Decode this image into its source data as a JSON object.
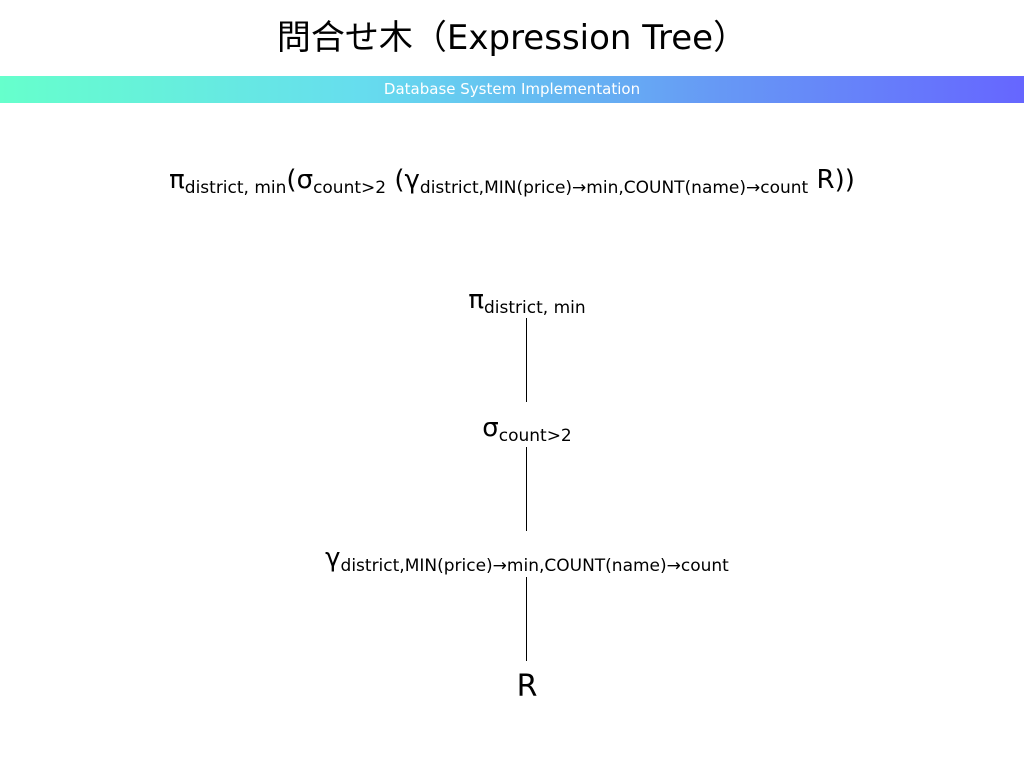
{
  "slide": {
    "title": "問合せ木（Expression Tree）",
    "subtitle": "Database System Implementation",
    "band_colors": [
      "#66ffcc",
      "#66ddee",
      "#6699f5",
      "#6666ff"
    ]
  },
  "expression": {
    "pi": "π",
    "pi_sub": "district, min",
    "open1": "(",
    "sigma": "σ",
    "sigma_sub": "count>2",
    "open2": " (",
    "gamma": "γ",
    "gamma_sub": "district,MIN(price)→min,COUNT(name)→count",
    "tail": " R))"
  },
  "tree": {
    "nodes": [
      {
        "id": "projection",
        "symbol": "π",
        "sub": "district, min"
      },
      {
        "id": "selection",
        "symbol": "σ",
        "sub": "count>2"
      },
      {
        "id": "grouping",
        "symbol": "γ",
        "sub": "district,MIN(price)→min,COUNT(name)→count"
      },
      {
        "id": "relation",
        "symbol": "R",
        "sub": ""
      }
    ],
    "edges": [
      [
        "projection",
        "selection"
      ],
      [
        "selection",
        "grouping"
      ],
      [
        "grouping",
        "relation"
      ]
    ]
  }
}
